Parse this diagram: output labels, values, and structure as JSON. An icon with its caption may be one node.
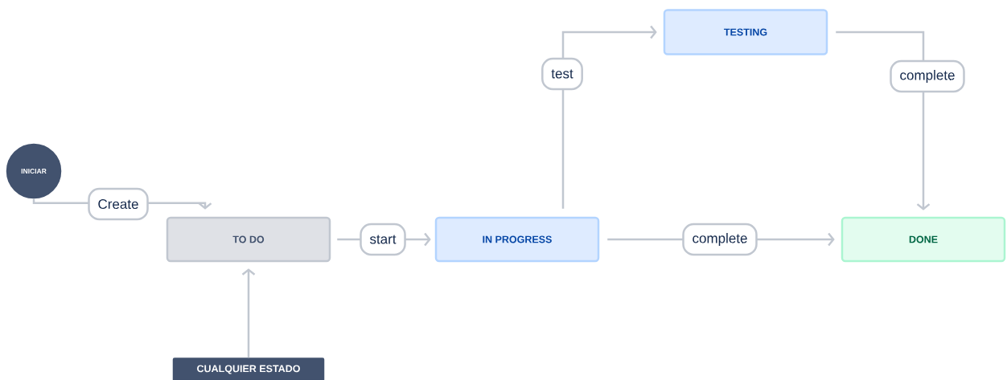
{
  "diagram": {
    "nodes": [
      {
        "text": [
          "INICIAR"
        ]
      },
      {
        "text": [
          "TO DO"
        ]
      },
      {
        "text": [
          "IN PROGRESS"
        ]
      },
      {
        "text": [
          "TESTING"
        ]
      },
      {
        "text": [
          "DONE"
        ]
      },
      {
        "text": [
          "CUALQUIER ESTADO"
        ]
      }
    ],
    "edges": [
      {
        "from": 0,
        "to": 1,
        "arrow": "to",
        "label": "Create"
      },
      {
        "from": 1,
        "to": 2,
        "arrow": "to",
        "label": "start"
      },
      {
        "from": 2,
        "to": 3,
        "arrow": "to",
        "label": "test"
      },
      {
        "from": 3,
        "to": 4,
        "arrow": "to",
        "label": "complete"
      },
      {
        "from": 2,
        "to": 4,
        "arrow": "to",
        "label": "complete"
      },
      {
        "from": 5,
        "to": 1,
        "arrow": "to"
      }
    ]
  }
}
